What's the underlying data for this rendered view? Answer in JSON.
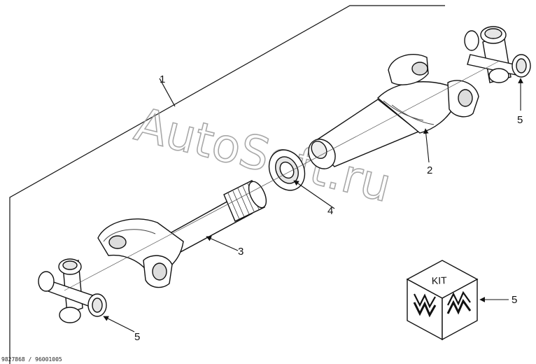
{
  "watermark": "AutoSoft.ru",
  "callouts": {
    "assembly": "1",
    "slip_yoke_tube": "2",
    "splined_shaft_yoke": "3",
    "dust_seal": "4",
    "cross_upper_right": "5",
    "cross_lower_left": "5",
    "kit_pointer": "5"
  },
  "kit_label": "KIT",
  "reference": "9827868 / 96001005"
}
